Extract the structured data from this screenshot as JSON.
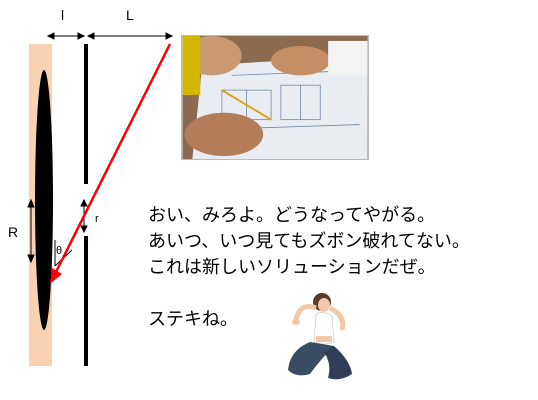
{
  "diagram": {
    "label_l": "l",
    "label_L": "L",
    "label_R": "R",
    "label_r": "r",
    "label_theta": "θ"
  },
  "speech": {
    "line1": "おい、みろよ。どうなってやがる。",
    "line2": "あいつ、いつ見てもズボン破れてない。",
    "line3": "これは新しいソリューションだぜ。",
    "line4": "ステキね。"
  },
  "colors": {
    "skin_strip": "#f9d2b2",
    "ellipse": "#000000",
    "ray": "#ff0000",
    "arrow": "#000000"
  },
  "images": {
    "photo_icon": "blueprint-photo-icon",
    "person_icon": "yoga-woman-icon"
  }
}
